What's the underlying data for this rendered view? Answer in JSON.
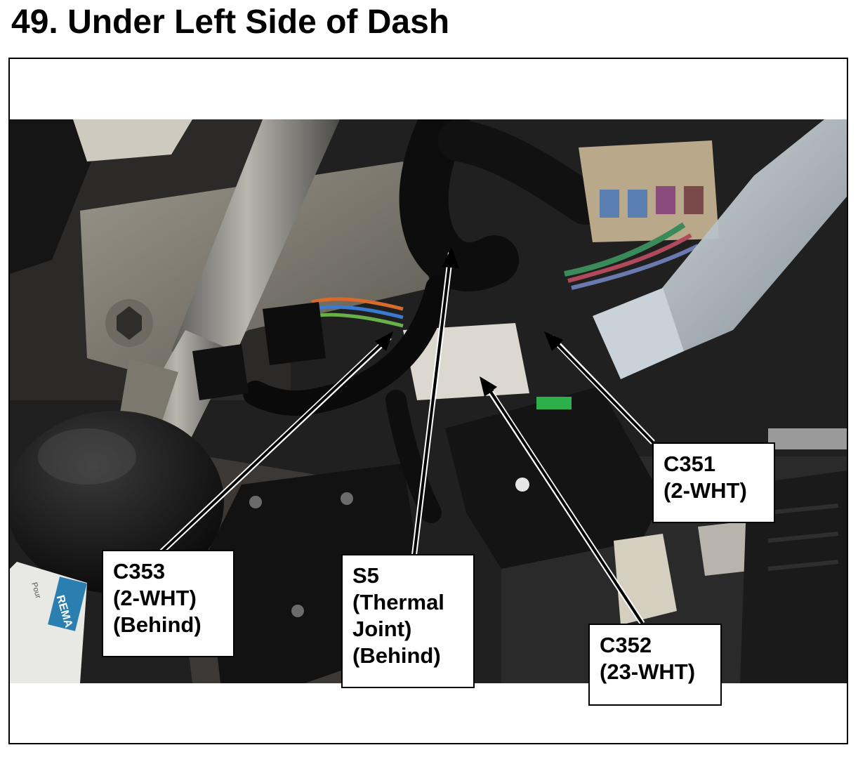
{
  "title": "49.  Under Left Side of Dash",
  "callouts": {
    "c353": [
      "C353",
      "(2-WHT)",
      "(Behind)"
    ],
    "s5": [
      "S5",
      "(Thermal",
      "Joint)",
      "(Behind)"
    ],
    "c352": [
      "C352",
      "(23-WHT)"
    ],
    "c351": [
      "C351",
      "(2-WHT)"
    ]
  },
  "photo_text": {
    "label_sticker": "REMA",
    "sticker_small": "Pour"
  },
  "colors": {
    "frame": "#000000",
    "background": "#ffffff",
    "photo_dark": "#1a1a1a"
  }
}
